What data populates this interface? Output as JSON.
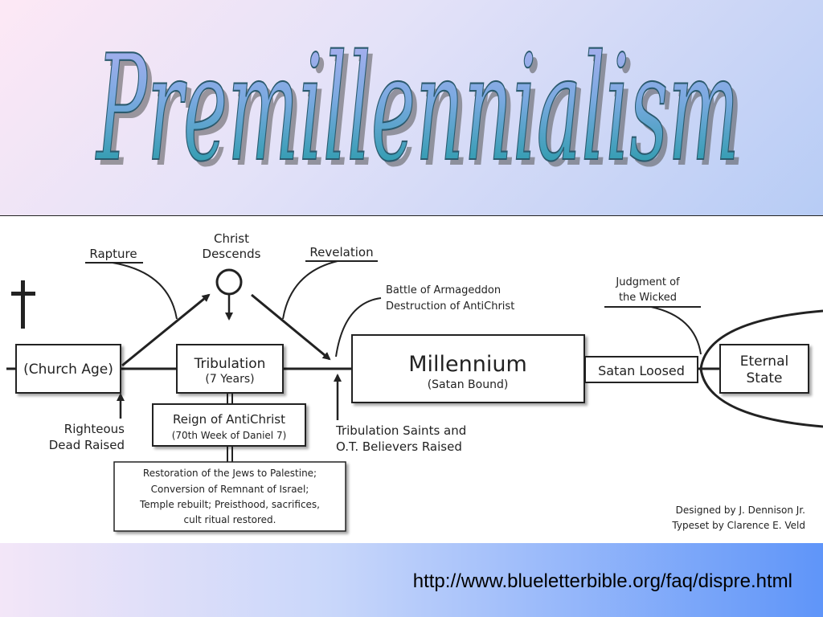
{
  "title": "Premillennialism",
  "url": "http://www.blueletterbible.org/faq/dispre.html",
  "diagram": {
    "church_age": "(Church Age)",
    "tribulation": "Tribulation",
    "tribulation_years": "(7 Years)",
    "reign_antichrist": "Reign of AntiChrist",
    "reign_week": "(70th Week of Daniel 7)",
    "restoration": [
      "Restoration of the Jews to Palestine;",
      "Conversion of Remnant of Israel;",
      "Temple rebuilt; Preisthood, sacrifices,",
      "cult ritual restored."
    ],
    "rapture": "Rapture",
    "christ_descends": [
      "Christ",
      "Descends"
    ],
    "revelation": "Revelation",
    "armageddon": [
      "Battle of Armageddon",
      "Destruction of AntiChrist"
    ],
    "millennium": "Millennium",
    "satan_bound": "(Satan Bound)",
    "satan_loosed": "Satan Loosed",
    "judgment": [
      "Judgment of",
      "the Wicked"
    ],
    "eternal_state": [
      "Eternal",
      "State"
    ],
    "righteous": [
      "Righteous",
      "Dead Raised"
    ],
    "tribulation_saints": [
      "Tribulation Saints and",
      "O.T. Believers Raised"
    ],
    "credits": [
      "Designed by  J. Dennison Jr.",
      "Typeset by  Clarence E. Veld"
    ]
  },
  "colors": {
    "title_top": "#a9a8ee",
    "title_bottom": "#13959b",
    "line": "#222222"
  }
}
